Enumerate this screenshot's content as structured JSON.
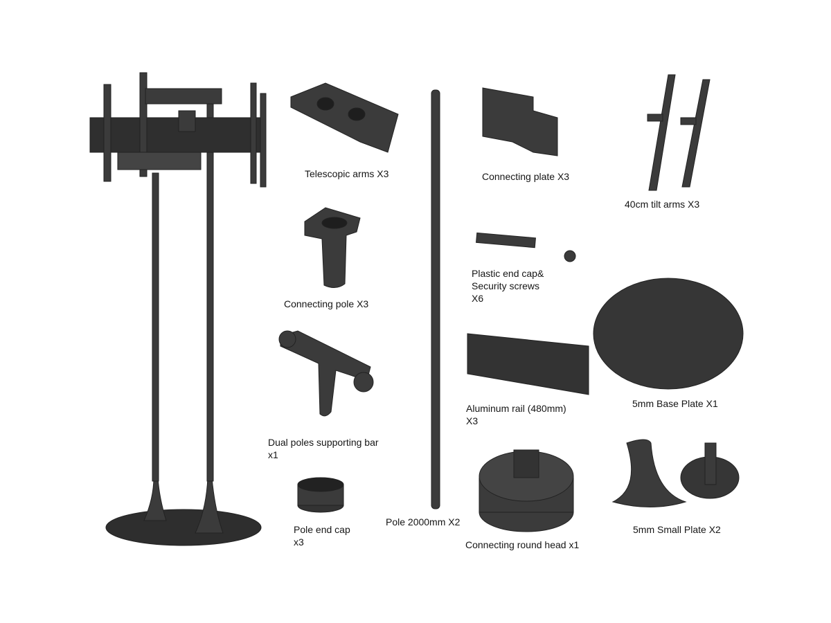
{
  "labels": {
    "telescopic_arms": "Telescopic arms X3",
    "connecting_plate": "Connecting plate X3",
    "tilt_arms": "40cm tilt arms X3",
    "plastic_end_cap_1": "Plastic end cap&",
    "plastic_end_cap_2": "Security screws",
    "plastic_end_cap_3": "X6",
    "connecting_pole": "Connecting pole X3",
    "base_plate": "5mm Base Plate X1",
    "aluminum_rail_1": "Aluminum rail (480mm)",
    "aluminum_rail_2": "X3",
    "dual_poles_bar_1": "Dual poles supporting bar",
    "dual_poles_bar_2": "x1",
    "pole": "Pole 2000mm X2",
    "pole_end_cap_1": "Pole end cap",
    "pole_end_cap_2": "x3",
    "round_head": "Connecting round head x1",
    "small_plate": "5mm Small Plate X2"
  },
  "colors": {
    "part": "#3b3b3b",
    "part_dark": "#262626",
    "part_light": "#555555"
  }
}
